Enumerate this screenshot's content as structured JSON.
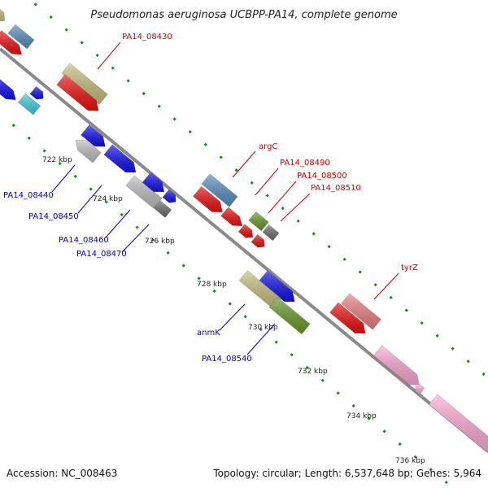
{
  "title": "Pseudomonas aeruginosa UCBPP-PA14, complete genome",
  "footer": {
    "accession": "Accession: NC_008463",
    "summary": "Topology: circular; Length: 6,537,648 bp; Genes: 5,964"
  },
  "ticks": [
    "722 kbp",
    "724 kbp",
    "726 kbp",
    "728 kbp",
    "730 kbp",
    "732 kbp",
    "734 kbp",
    "736 kbp"
  ],
  "labels": {
    "right": [
      "PA14_08430",
      "argC",
      "PA14_08490",
      "PA14_08500",
      "PA14_08510",
      "tyrZ"
    ],
    "left": [
      "PA14_08440",
      "PA14_08450",
      "PA14_08460",
      "PA14_08470",
      "anmK",
      "PA14_08540"
    ]
  },
  "colors": {
    "backbone": "#8a8a8a",
    "dots": "#1a8a1a",
    "cds_red": "#ee1111",
    "cds_blue": "#1111ee",
    "steel_blue": "#5a8fc0",
    "olive_tan": "#c8c080",
    "olive_green": "#6a9a2a",
    "grey": "#c0c0c0",
    "dark_grey": "#707070",
    "salmon": "#ee8080",
    "pink": "#ffaad6",
    "cyan": "#40d0e0",
    "label_right": "#cc0000",
    "label_left": "#0000bb"
  }
}
